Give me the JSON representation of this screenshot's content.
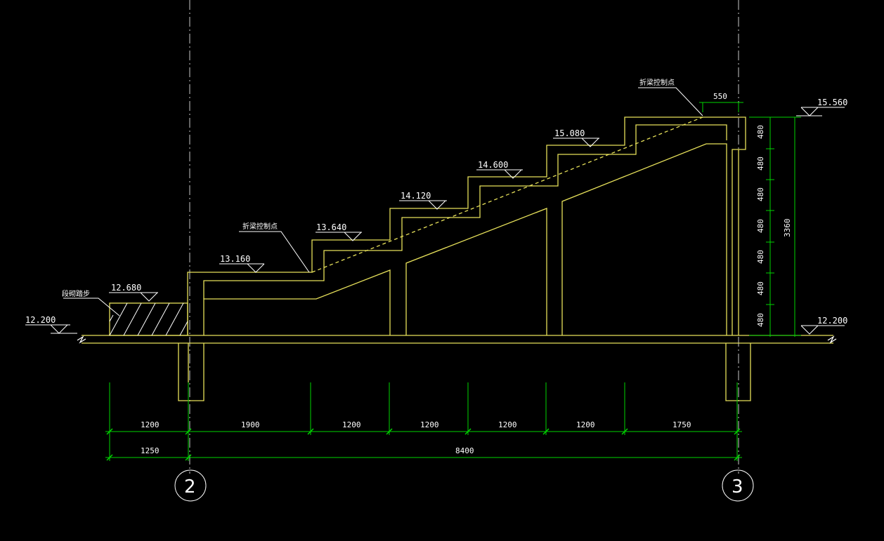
{
  "colors": {
    "background": "#000000",
    "structure": "#e6e05a",
    "dimension": "#00d400",
    "text": "#ffffff",
    "axis_line": "#c8c8c8"
  },
  "axes": {
    "left": "2",
    "right": "3"
  },
  "elevations": {
    "ground_left": "12.200",
    "ground_right": "12.200",
    "landing": "12.680",
    "step1": "13.160",
    "step2": "13.640",
    "step3": "14.120",
    "step4": "14.600",
    "step5": "15.080",
    "top": "15.560"
  },
  "notes": {
    "stair_label": "段砌踏步",
    "beam_control_left": "折梁控制点",
    "beam_control_right": "折梁控制点"
  },
  "dims_bottom_row1": [
    "1200",
    "1900",
    "1200",
    "1200",
    "1200",
    "1200",
    "1750"
  ],
  "dims_bottom_row2": [
    "1250",
    "8400"
  ],
  "dims_right_steps": [
    "480",
    "480",
    "480",
    "480",
    "480",
    "480",
    "480"
  ],
  "dims_right_total": "3360",
  "dim_top": "550"
}
